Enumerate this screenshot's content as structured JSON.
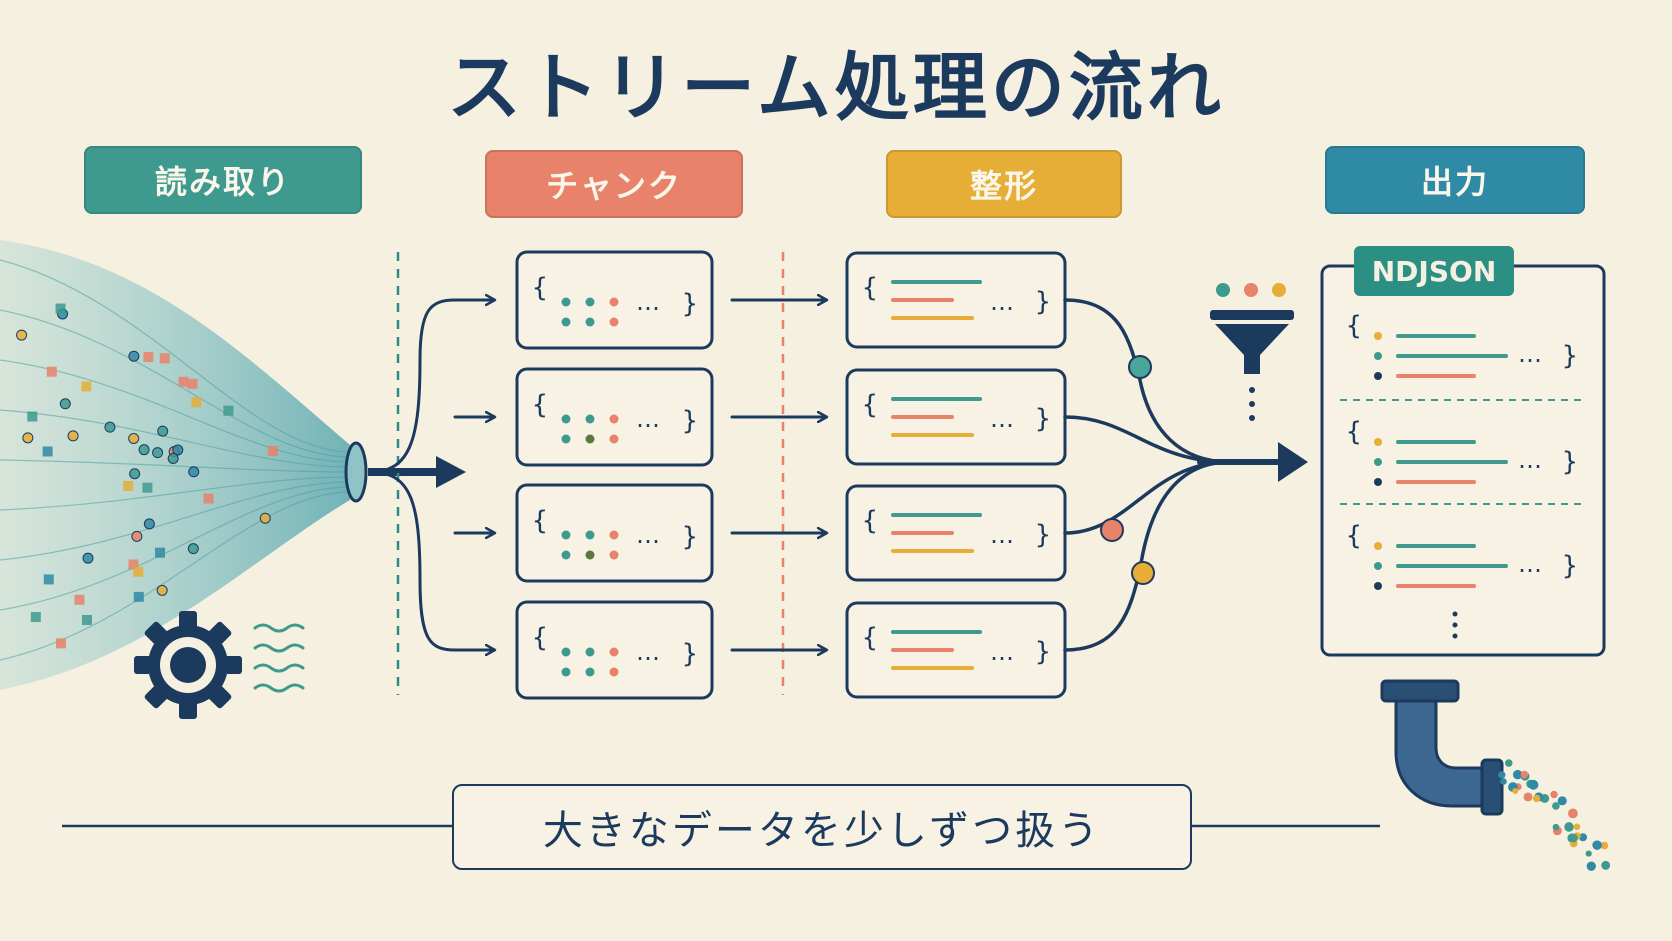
{
  "title": "ストリーム処理の流れ",
  "stages": [
    {
      "label": "読み取り",
      "color": "#3e9a8f"
    },
    {
      "label": "チャンク",
      "color": "#e8826a"
    },
    {
      "label": "整形",
      "color": "#e6ad37"
    },
    {
      "label": "出力",
      "color": "#2f8aa5"
    }
  ],
  "output_format": "NDJSON",
  "caption": "大きなデータを少しずつ扱う",
  "chunk_glyphs": {
    "open": "{",
    "close": "}",
    "ellipsis": "…",
    "vdots": "⋮"
  },
  "colors": {
    "navy": "#1c3a5e",
    "teal": "#3e9a8f",
    "coral": "#e8826a",
    "gold": "#e6ad37",
    "background": "#f6f0e1"
  },
  "icons": [
    "data-stream-icon",
    "gear-icon",
    "wave-lines-icon",
    "funnel-icon",
    "pipe-icon"
  ]
}
